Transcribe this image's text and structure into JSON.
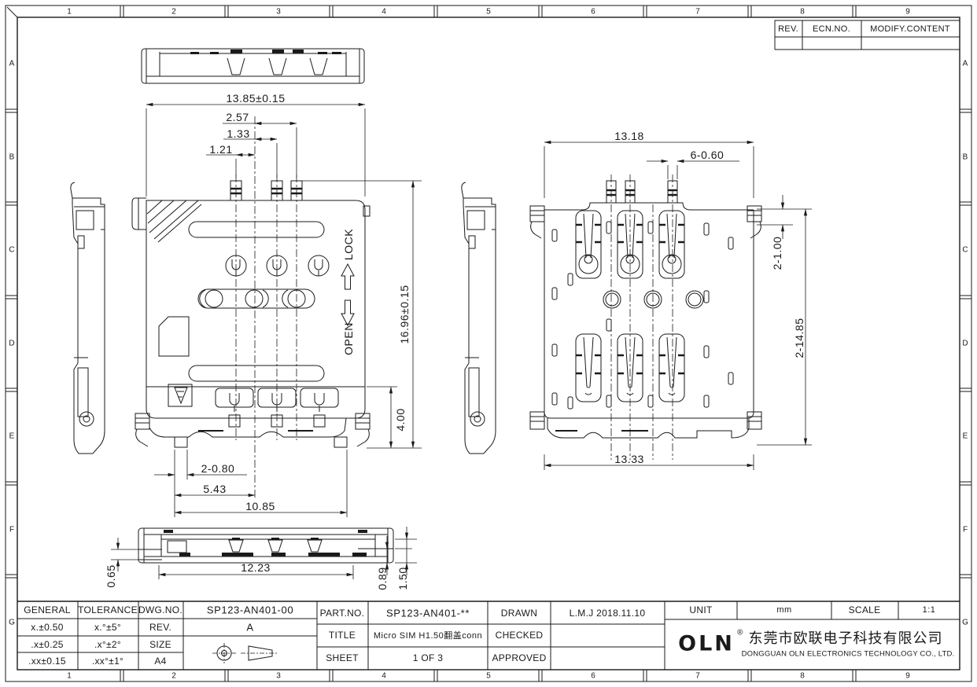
{
  "frame": {
    "cols": [
      "1",
      "2",
      "3",
      "4",
      "5",
      "6",
      "7",
      "8",
      "9"
    ],
    "rows": [
      "A",
      "B",
      "C",
      "D",
      "E",
      "F",
      "G"
    ]
  },
  "rev_table": {
    "rev_label": "REV.",
    "ecn_label": "ECN.NO.",
    "modify_label": "MODIFY.CONTENT"
  },
  "views": {
    "lock_label": "LOCK",
    "open_label": "OPEN"
  },
  "dims": {
    "top_overall": "13.85±0.15",
    "pitch_257": "2.57",
    "pitch_133": "1.33",
    "pitch_121": "1.21",
    "body_height": "16.96±0.15",
    "terminal_height": "4.00",
    "lead_width": "2-0.80",
    "lead_543": "5.43",
    "lead_span": "10.85",
    "bottom_width": "12.23",
    "bottom_065": "0.65",
    "bottom_089": "0.89",
    "bottom_150": "1.50",
    "open_width": "13.18",
    "pin_width": "6-0.60",
    "peg_height": "2-1.00",
    "open_height": "2-14.85",
    "open_bottom_width": "13.33"
  },
  "title_block": {
    "general_label": "GENERAL",
    "tolerance_label": "TOLERANCE",
    "tol": [
      [
        "x.±0.50",
        "x.°±5°"
      ],
      [
        ".x±0.25",
        ".x°±2°"
      ],
      [
        ".xx±0.15",
        ".xx°±1°"
      ]
    ],
    "dwg_no_label": "DWG.NO.",
    "dwg_no": "SP123-AN401-00",
    "rev_label": "REV.",
    "rev": "A",
    "size_label": "SIZE",
    "size": "A4",
    "part_no_label": "PART.NO.",
    "part_no": "SP123-AN401-**",
    "title_label": "TITLE",
    "title": "Micro SIM H1.50翻盖conn",
    "sheet_label": "SHEET",
    "sheet": "1 OF 3",
    "drawn_label": "DRAWN",
    "drawn": "L.M.J  2018.11.10",
    "checked_label": "CHECKED",
    "approved_label": "APPROVED",
    "unit_label": "UNIT",
    "unit": "mm",
    "scale_label": "SCALE",
    "scale": "1:1",
    "company_logo": "OLN",
    "company_reg": "®",
    "company_cn": "东莞市欧联电子科技有限公司",
    "company_en": "DONGGUAN OLN ELECTRONICS TECHNOLOGY CO., LTD."
  }
}
